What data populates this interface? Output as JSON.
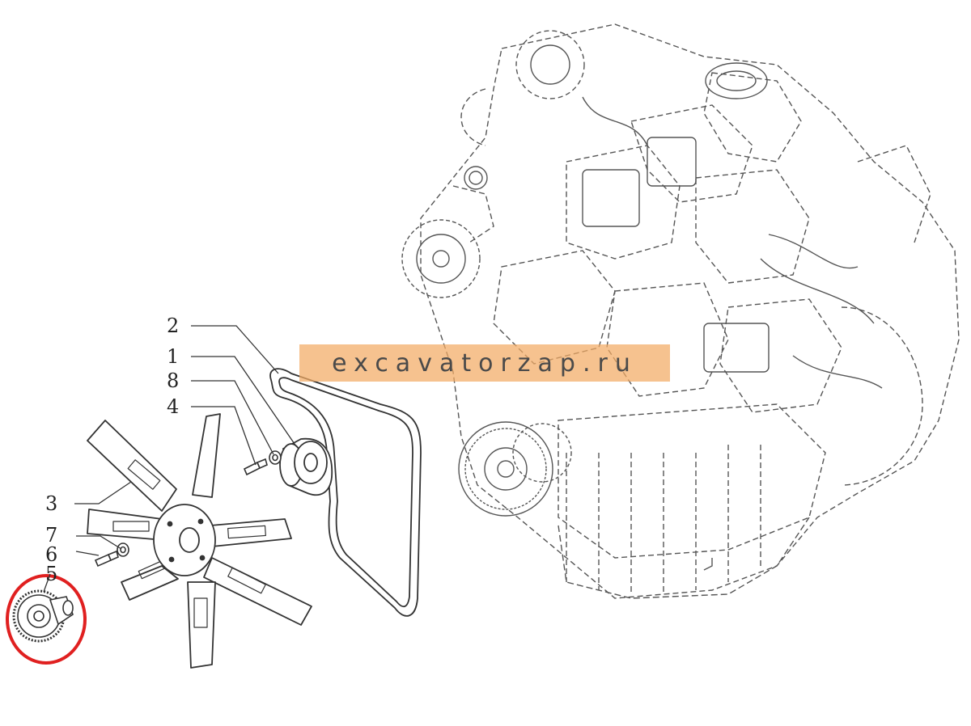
{
  "watermark": {
    "text": "excavatorzap.ru"
  },
  "callouts": [
    {
      "id": "c2",
      "label": "2"
    },
    {
      "id": "c1",
      "label": "1"
    },
    {
      "id": "c8",
      "label": "8"
    },
    {
      "id": "c4",
      "label": "4"
    },
    {
      "id": "c3",
      "label": "3"
    },
    {
      "id": "c7",
      "label": "7"
    },
    {
      "id": "c6",
      "label": "6"
    },
    {
      "id": "c5",
      "label": "5"
    }
  ],
  "colors": {
    "line": "#333333",
    "highlight": "#e02020",
    "watermark_bg": "#f3aa64",
    "watermark_text": "#4a4a4a"
  }
}
